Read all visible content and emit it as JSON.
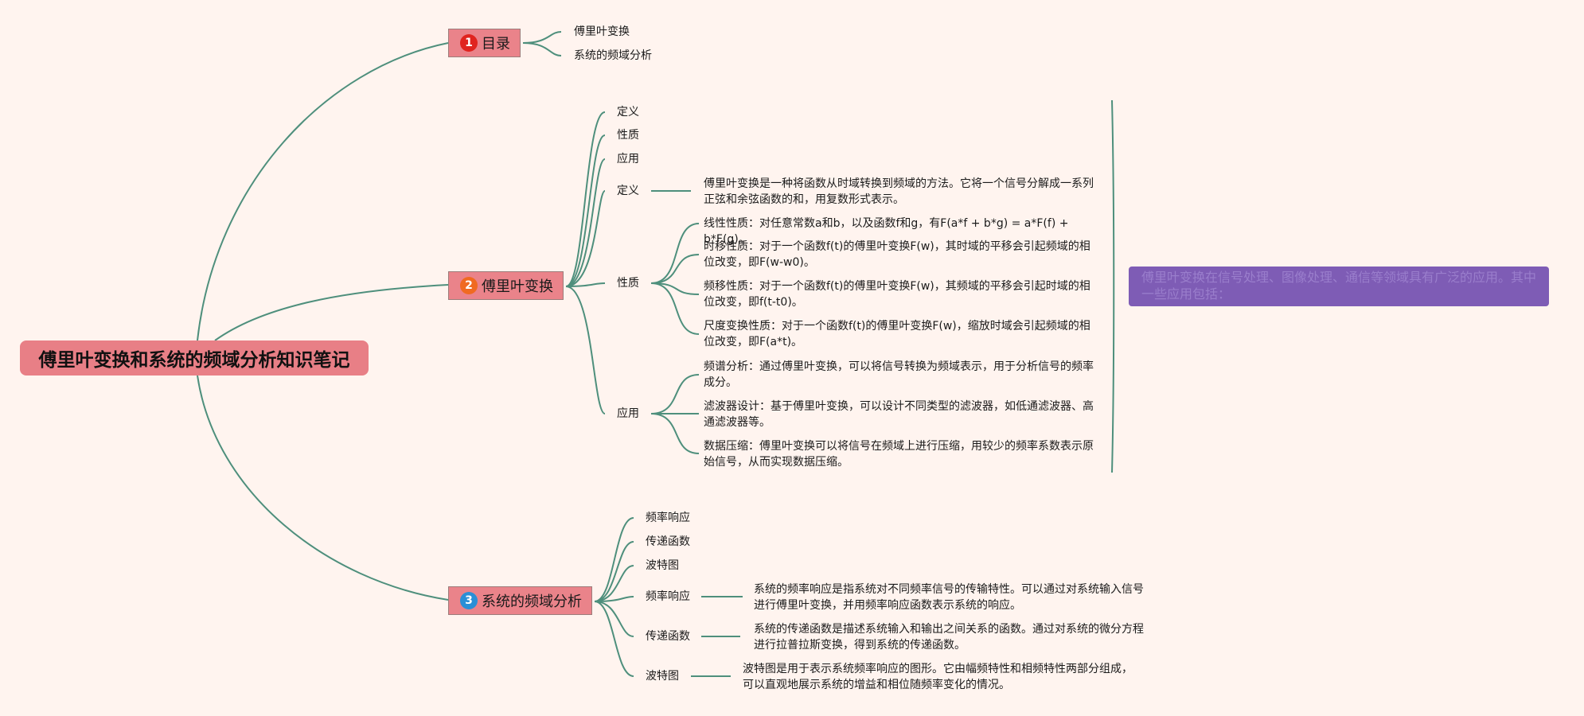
{
  "root": {
    "title": "傅里叶变换和系统的频域分析知识笔记"
  },
  "branch1": {
    "number": "1",
    "title": "目录",
    "num_color": "#e0241f",
    "items": [
      "傅里叶变换",
      "系统的频域分析"
    ]
  },
  "branch2": {
    "number": "2",
    "title": "傅里叶变换",
    "num_color": "#f06a21",
    "items": [
      "定义",
      "性质",
      "应用"
    ],
    "definition": {
      "label": "定义",
      "text": "傅里叶变换是一种将函数从时域转换到频域的方法。它将一个信号分解成一系列正弦和余弦函数的和，用复数形式表示。"
    },
    "properties": {
      "label": "性质",
      "items": [
        "线性性质：对任意常数a和b，以及函数f和g，有F(a*f + b*g) = a*F(f) + b*F(g)。",
        "时移性质：对于一个函数f(t)的傅里叶变换F(w)，其时域的平移会引起频域的相位改变，即F(w-w0)。",
        "频移性质：对于一个函数f(t)的傅里叶变换F(w)，其频域的平移会引起时域的相位改变，即f(t-t0)。",
        "尺度变换性质：对于一个函数f(t)的傅里叶变换F(w)，缩放时域会引起频域的相位改变，即F(a*t)。"
      ]
    },
    "applications": {
      "label": "应用",
      "items": [
        "频谱分析：通过傅里叶变换，可以将信号转换为频域表示，用于分析信号的频率成分。",
        "滤波器设计：基于傅里叶变换，可以设计不同类型的滤波器，如低通滤波器、高通滤波器等。",
        "数据压缩：傅里叶变换可以将信号在频域上进行压缩，用较少的频率系数表示原始信号，从而实现数据压缩。"
      ]
    },
    "note": "傅里叶变换在信号处理、图像处理、通信等领域具有广泛的应用。其中一些应用包括："
  },
  "branch3": {
    "number": "3",
    "title": "系统的频域分析",
    "num_color": "#2a8fd6",
    "items": [
      "频率响应",
      "传递函数",
      "波特图"
    ],
    "details": [
      {
        "label": "频率响应",
        "text": "系统的频率响应是指系统对不同频率信号的传输特性。可以通过对系统输入信号进行傅里叶变换，并用频率响应函数表示系统的响应。"
      },
      {
        "label": "传递函数",
        "text": "系统的传递函数是描述系统输入和输出之间关系的函数。通过对系统的微分方程进行拉普拉斯变换，得到系统的传递函数。"
      },
      {
        "label": "波特图",
        "text": "波特图是用于表示系统频率响应的图形。它由幅频特性和相频特性两部分组成，可以直观地展示系统的增益和相位随频率变化的情况。"
      }
    ]
  },
  "colors": {
    "background": "#fff4ef",
    "link": "#4e8f7c",
    "root": "#e87f86",
    "branch": "#ea838a",
    "note": "#7e5cb5"
  }
}
